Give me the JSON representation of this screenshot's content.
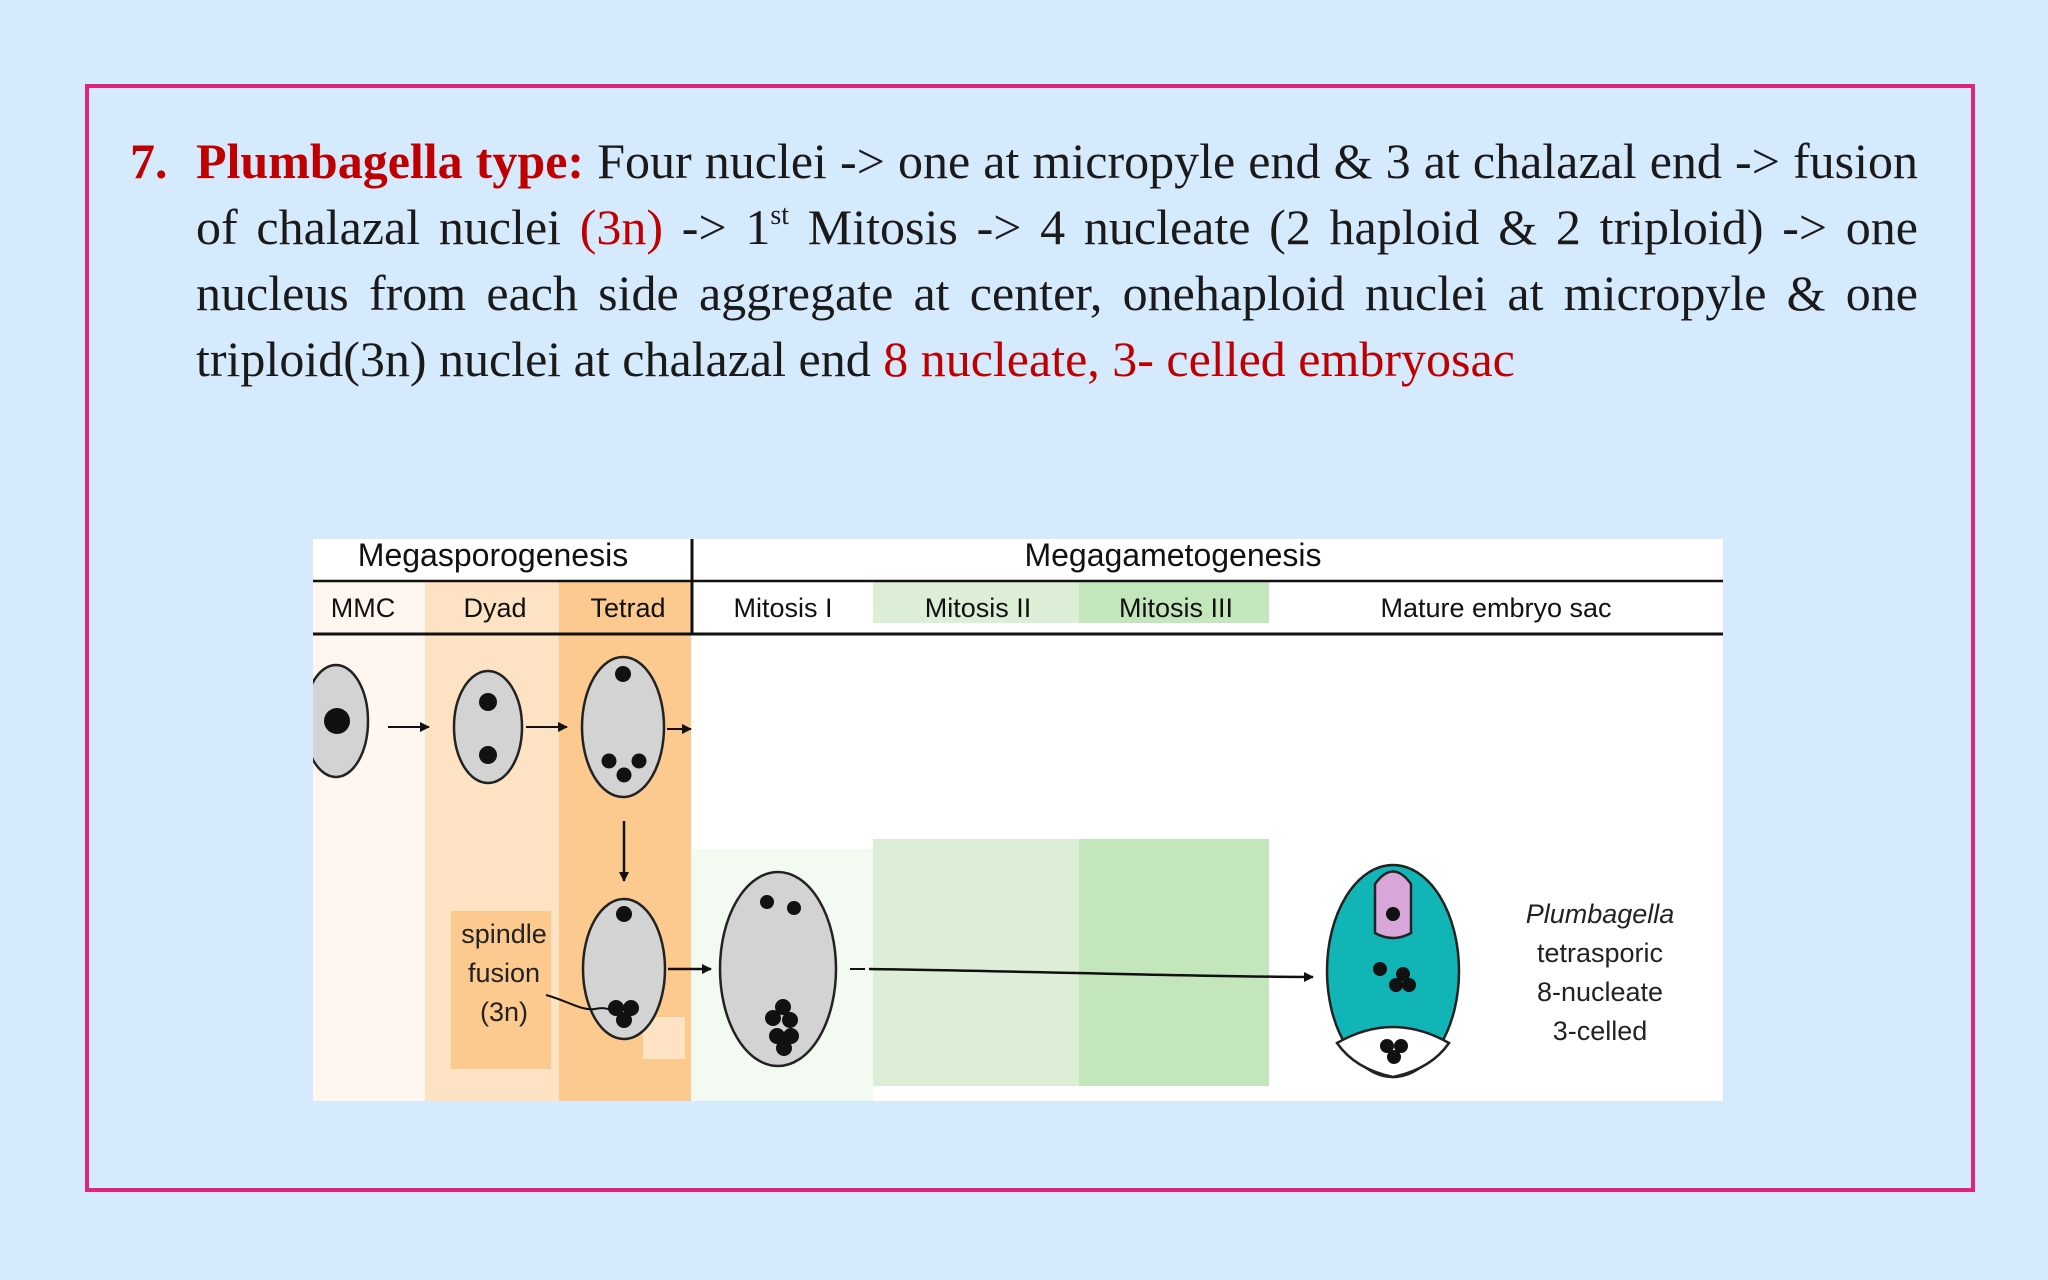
{
  "text": {
    "number": "7.",
    "title": "Plumbagella type:",
    "seg1": " Four nuclei -> one at micropyle end & 3 at chalazal end -> fusion of chalazal nuclei ",
    "hl1": "(3n)",
    "seg2": " -> 1",
    "sup": "st",
    "seg3": " Mitosis -> 4 nucleate (2 haploid & 2 triploid) -> one nucleus from each side aggregate at center, onehaploid nuclei at micropyle & one triploid(3n) nuclei at chalazal end ",
    "hl2": "8 nucleate, 3- celled embryosac"
  },
  "figure": {
    "group_headers": {
      "left": "Megasporogenesis",
      "right": "Megagametogenesis"
    },
    "stages": {
      "mmc": "MMC",
      "dyad": "Dyad",
      "tetrad": "Tetrad",
      "mitosis1": "Mitosis I",
      "mitosis2": "Mitosis II",
      "mitosis3": "Mitosis III",
      "mature": "Mature embryo sac"
    },
    "spindle_label": [
      "spindle",
      "fusion",
      "(3n)"
    ],
    "result_label": [
      "Plumbagella",
      "tetrasporic",
      "8-nucleate",
      "3-celled"
    ],
    "colors": {
      "megaspore_band": "#fde3c3",
      "tetrad_band": "#fcc98f",
      "mitosis_band": "#dcefd6",
      "mitosis3_band": "#c3e6bd",
      "cell_fill": "#d3d3d3",
      "central_cell": "#12b5b5",
      "egg_apparatus": "#d9a6d9"
    }
  }
}
